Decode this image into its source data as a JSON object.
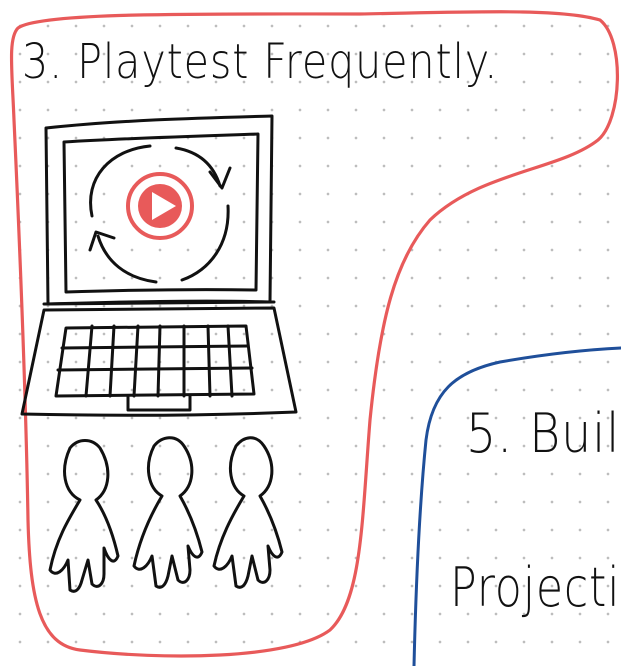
{
  "section_3": {
    "title": "3. Playtest Frequently.",
    "border_color": "#e85a5a"
  },
  "section_5": {
    "title": "5. Buil",
    "subtitle": "Projecti",
    "border_color": "#1f4f9a"
  },
  "colors": {
    "ink": "#111111",
    "play_red": "#e85a5a",
    "dot_grid": "#bdbdbd"
  },
  "icons": [
    "laptop-icon",
    "refresh-cycle-icon",
    "play-button-icon",
    "person-icon"
  ]
}
